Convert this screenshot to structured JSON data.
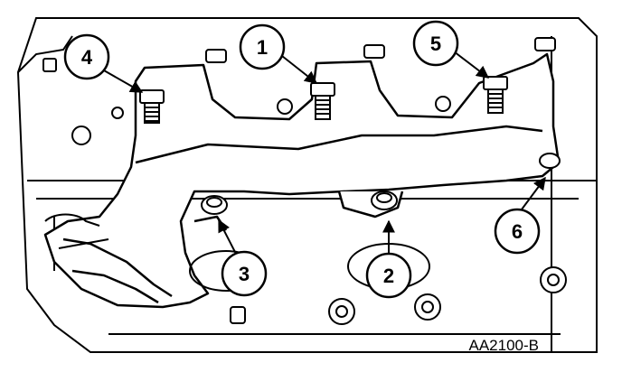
{
  "figure": {
    "reference_code": "AA2100-B",
    "callouts": [
      {
        "id": "callout-1",
        "label": "1"
      },
      {
        "id": "callout-2",
        "label": "2"
      },
      {
        "id": "callout-3",
        "label": "3"
      },
      {
        "id": "callout-4",
        "label": "4"
      },
      {
        "id": "callout-5",
        "label": "5"
      },
      {
        "id": "callout-6",
        "label": "6"
      }
    ]
  },
  "colors": {
    "line": "#000000",
    "background": "#ffffff"
  }
}
